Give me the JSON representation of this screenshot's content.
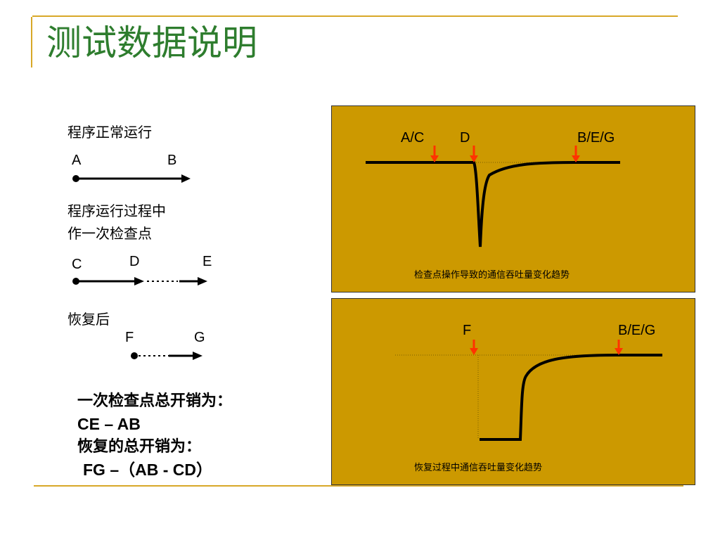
{
  "title": "测试数据说明",
  "left": {
    "normal_run": {
      "label": "程序正常运行",
      "start": "A",
      "end": "B"
    },
    "checkpoint_run": {
      "label_line1": "程序运行过程中",
      "label_line2": "作一次检查点",
      "start": "C",
      "mid": "D",
      "end": "E"
    },
    "recovery": {
      "label": "恢复后",
      "start": "F",
      "end": "G"
    }
  },
  "summary": {
    "line1": "一次检查点总开销为：",
    "line2": "CE – AB",
    "line3": "恢复的总开销为：",
    "line4": "FG –（AB - CD）"
  },
  "panels": {
    "top": {
      "markers": [
        "A/C",
        "D",
        "B/E/G"
      ],
      "caption": "检查点操作导致的通信吞吐量变化趋势"
    },
    "bottom": {
      "markers": [
        "F",
        "B/E/G"
      ],
      "caption": "恢复过程中通信吞吐量变化趋势"
    }
  },
  "colors": {
    "panel_bg": "#cc9900",
    "title": "#2e7d2e",
    "marker_arrow": "#ff3300",
    "rule": "#d8a828"
  }
}
